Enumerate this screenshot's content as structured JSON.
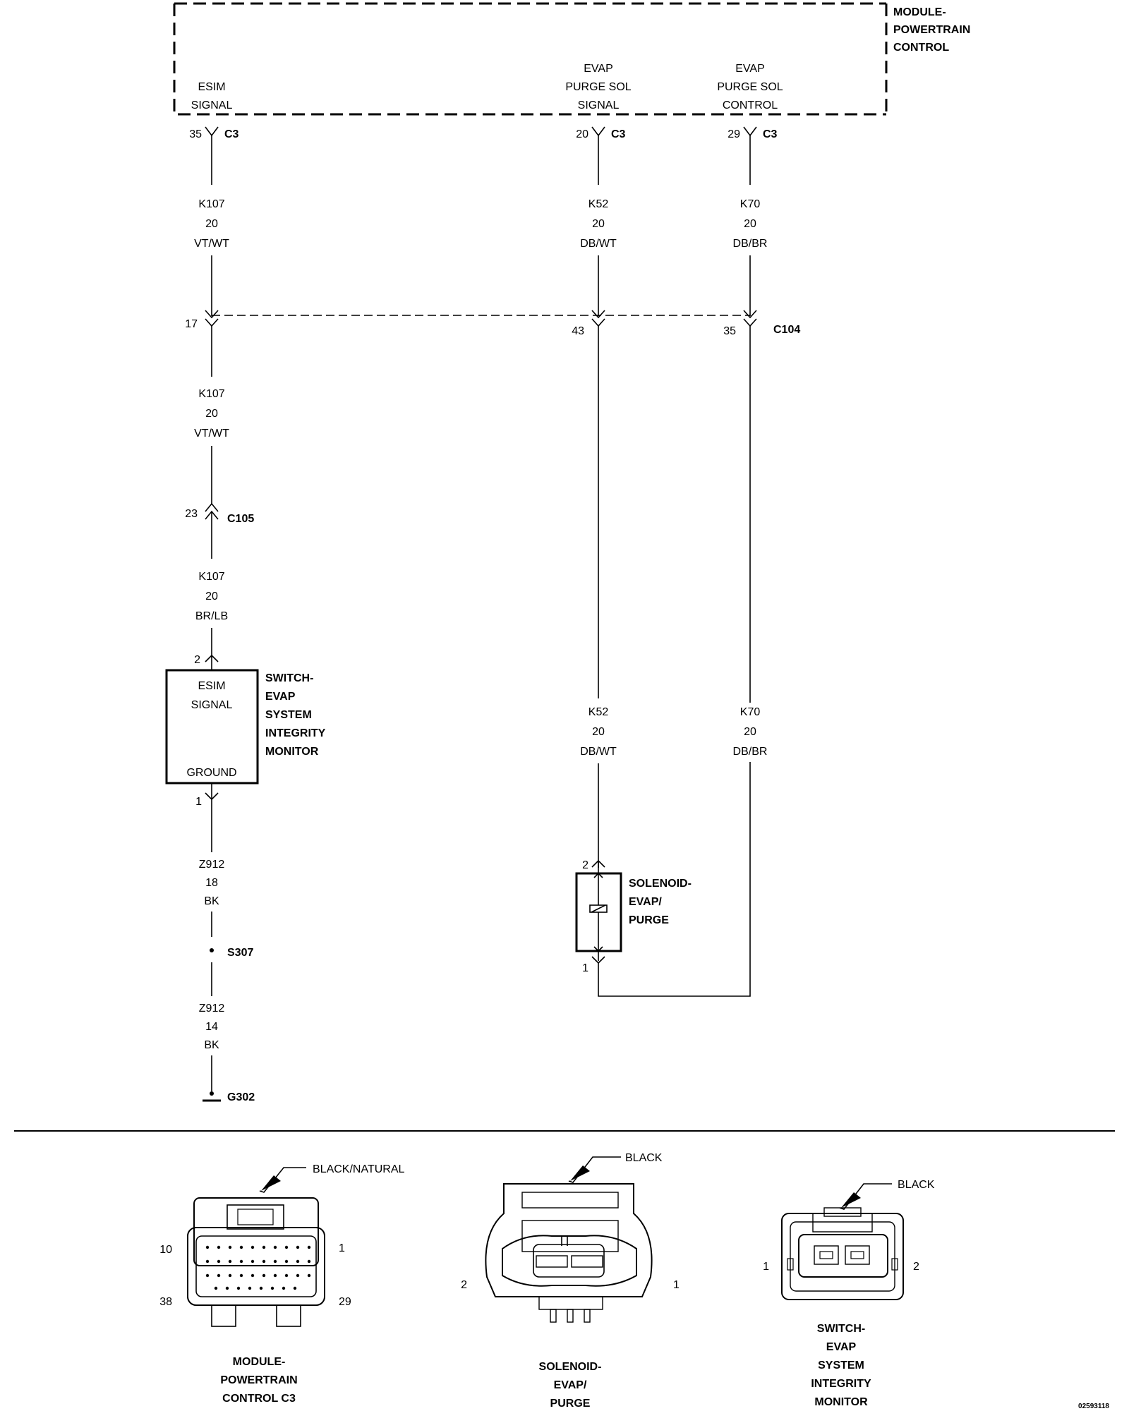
{
  "pcm": {
    "title": [
      "MODULE-",
      "POWERTRAIN",
      "CONTROL"
    ],
    "pins": [
      {
        "lines": [
          "ESIM",
          "SIGNAL"
        ],
        "pin": "35",
        "conn": "C3"
      },
      {
        "lines": [
          "EVAP",
          "PURGE SOL",
          "SIGNAL"
        ],
        "pin": "20",
        "conn": "C3"
      },
      {
        "lines": [
          "EVAP",
          "PURGE SOL",
          "CONTROL"
        ],
        "pin": "29",
        "conn": "C3"
      }
    ]
  },
  "wires": {
    "k107_top": [
      "K107",
      "20",
      "VT/WT"
    ],
    "k52_top": [
      "K52",
      "20",
      "DB/WT"
    ],
    "k70_top": [
      "K70",
      "20",
      "DB/BR"
    ],
    "k107_mid": [
      "K107",
      "20",
      "VT/WT"
    ],
    "k107_low": [
      "K107",
      "20",
      "BR/LB"
    ],
    "k52_low": [
      "K52",
      "20",
      "DB/WT"
    ],
    "k70_low": [
      "K70",
      "20",
      "DB/BR"
    ],
    "z912_a": [
      "Z912",
      "18",
      "BK"
    ],
    "z912_b": [
      "Z912",
      "14",
      "BK"
    ]
  },
  "c104": {
    "name": "C104",
    "pins": [
      "17",
      "43",
      "35"
    ]
  },
  "c105": {
    "name": "C105",
    "pin": "23"
  },
  "switch": {
    "pin_top": "2",
    "pin_bottom": "1",
    "inner": [
      "ESIM",
      "SIGNAL",
      "GROUND"
    ],
    "title": [
      "SWITCH-",
      "EVAP",
      "SYSTEM",
      "INTEGRITY",
      "MONITOR"
    ]
  },
  "solenoid": {
    "pin_top": "2",
    "pin_bottom": "1",
    "title": [
      "SOLENOID-",
      "EVAP/",
      "PURGE"
    ]
  },
  "splice": "S307",
  "ground": "G302",
  "connector_views": [
    {
      "color": "BLACK/NATURAL",
      "pins": [
        "10",
        "1",
        "38",
        "29"
      ],
      "title": [
        "MODULE-",
        "POWERTRAIN",
        "CONTROL C3"
      ]
    },
    {
      "color": "BLACK",
      "pins": [
        "2",
        "1"
      ],
      "title": [
        "SOLENOID-",
        "EVAP/",
        "PURGE"
      ]
    },
    {
      "color": "BLACK",
      "pins": [
        "1",
        "2"
      ],
      "title": [
        "SWITCH-",
        "EVAP",
        "SYSTEM",
        "INTEGRITY",
        "MONITOR"
      ]
    }
  ],
  "figure_id": "02593118"
}
